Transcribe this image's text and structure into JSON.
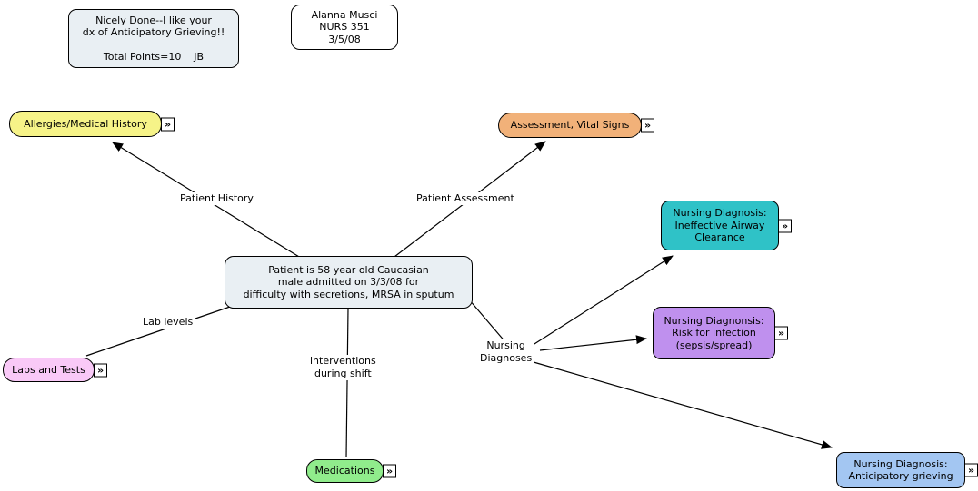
{
  "canvas": {
    "bg": "#ffffff",
    "line_color": "#000000"
  },
  "annotations": {
    "grader_note": {
      "text": "Nicely Done--I like your\ndx of Anticipatory Grieving!!\n\nTotal Points=10    JB",
      "bg": "#e9eff3"
    },
    "author_note": {
      "text": "Alanna Musci\nNURS 351\n3/5/08",
      "bg": "#ffffff"
    }
  },
  "concepts": {
    "allergies": {
      "label": "Allergies/Medical History",
      "bg": "#f6f388"
    },
    "assessment": {
      "label": "Assessment, Vital Signs",
      "bg": "#f1b179"
    },
    "patient": {
      "label": "Patient is 58 year old Caucasian\nmale admitted on 3/3/08 for\ndifficulty with secretions, MRSA in sputum",
      "bg": "#e9eff3"
    },
    "airway": {
      "label": "Nursing Diagnosis:\nIneffective Airway\nClearance",
      "bg": "#2fc2c7"
    },
    "infection": {
      "label": "Nursing Diagnonsis:\nRisk for infection\n(sepsis/spread)",
      "bg": "#bf90ee"
    },
    "grieving": {
      "label": "Nursing Diagnosis:\nAnticipatory grieving",
      "bg": "#a3c6f2"
    },
    "labs": {
      "label": "Labs and Tests",
      "bg": "#f9c9f7"
    },
    "medications": {
      "label": "Medications",
      "bg": "#90ec8c"
    }
  },
  "linking_phrases": {
    "patient_history": "Patient History",
    "patient_assessment": "Patient Assessment",
    "lab_levels": "Lab levels",
    "interventions": "interventions\nduring shift",
    "nursing_diagnoses": "Nursing\nDiagnoses"
  },
  "icons": {
    "resource": "»"
  }
}
